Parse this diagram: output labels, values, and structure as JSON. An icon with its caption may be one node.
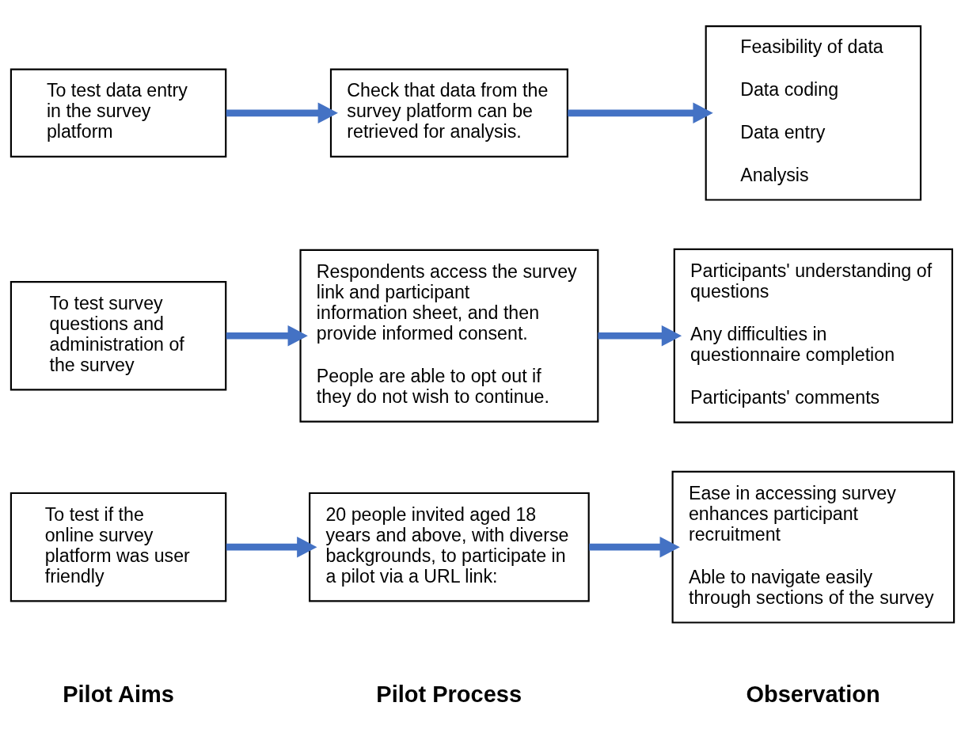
{
  "diagram": {
    "nodes": [
      {
        "text": [
          "To test if the online survey platform was user friendly"
        ]
      },
      {
        "text": [
          "20 people invited aged 18 years and above, with diverse backgrounds, to participate in a pilot via a URL link:"
        ]
      },
      {
        "text": [
          "Ease in accessing survey enhances participant recruitment",
          "Able to navigate easily through sections of the survey"
        ]
      },
      {
        "text": [
          "To test survey questions and administration of the survey"
        ]
      },
      {
        "text": [
          "Respondents access the survey link and participant information sheet, and then provide informed consent.",
          "People are able to opt out if they do not wish to continue."
        ]
      },
      {
        "text": [
          "Participants' understanding of questions",
          "Any difficulties in questionnaire completion",
          "Participants' comments"
        ]
      },
      {
        "text": [
          "To test data entry in the survey platform"
        ]
      },
      {
        "text": [
          "Check that data from the survey platform can be retrieved for analysis."
        ]
      },
      {
        "text": [
          "Feasibility of data",
          "Data coding",
          "Data entry",
          "Analysis"
        ]
      }
    ],
    "edges": [
      {
        "from": 0,
        "to": 1,
        "arrow": "to"
      },
      {
        "from": 1,
        "to": 2,
        "arrow": "to"
      },
      {
        "from": 3,
        "to": 4,
        "arrow": "to"
      },
      {
        "from": 4,
        "to": 5,
        "arrow": "to"
      },
      {
        "from": 6,
        "to": 7,
        "arrow": "to"
      },
      {
        "from": 7,
        "to": 8,
        "arrow": "to"
      }
    ],
    "labels": [
      "Pilot Aims",
      "Pilot Process",
      "Observation"
    ]
  }
}
